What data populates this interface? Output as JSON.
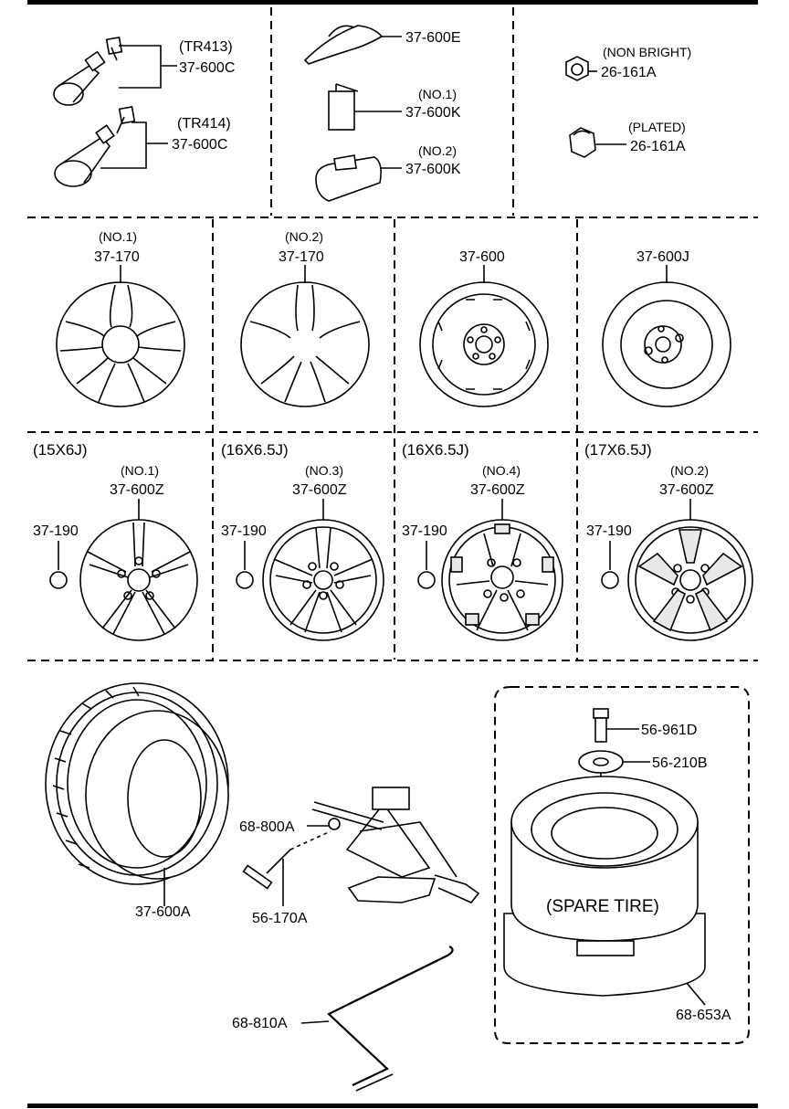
{
  "diagram": {
    "valves": [
      {
        "spec": "(TR413)",
        "part": "37-600C"
      },
      {
        "spec": "(TR414)",
        "part": "37-600C"
      }
    ],
    "weights": [
      {
        "spec": "",
        "part": "37-600E"
      },
      {
        "spec": "(NO.1)",
        "part": "37-600K"
      },
      {
        "spec": "(NO.2)",
        "part": "37-600K"
      }
    ],
    "nuts": [
      {
        "spec": "(NON BRIGHT)",
        "part": "26-161A"
      },
      {
        "spec": "(PLATED)",
        "part": "26-161A"
      }
    ],
    "wheel_covers": [
      {
        "spec": "(NO.1)",
        "part": "37-170"
      },
      {
        "spec": "(NO.2)",
        "part": "37-170"
      },
      {
        "spec": "",
        "part": "37-600"
      },
      {
        "spec": "",
        "part": "37-600J"
      }
    ],
    "alloy_wheels": [
      {
        "size": "(15X6J)",
        "spec": "(NO.1)",
        "part": "37-600Z",
        "cap": "37-190"
      },
      {
        "size": "(16X6.5J)",
        "spec": "(NO.3)",
        "part": "37-600Z",
        "cap": "37-190"
      },
      {
        "size": "(16X6.5J)",
        "spec": "(NO.4)",
        "part": "37-600Z",
        "cap": "37-190"
      },
      {
        "size": "(17X6.5J)",
        "spec": "(NO.2)",
        "part": "37-600Z",
        "cap": "37-190"
      }
    ],
    "tire": {
      "part": "37-600A"
    },
    "jack": {
      "part": "68-800A"
    },
    "jack_bolt": {
      "part": "56-170A"
    },
    "handle": {
      "part": "68-810A"
    },
    "spare": {
      "label": "(SPARE TIRE)",
      "bolt_part": "56-961D",
      "washer_part": "56-210B",
      "tray_part": "68-653A"
    }
  }
}
